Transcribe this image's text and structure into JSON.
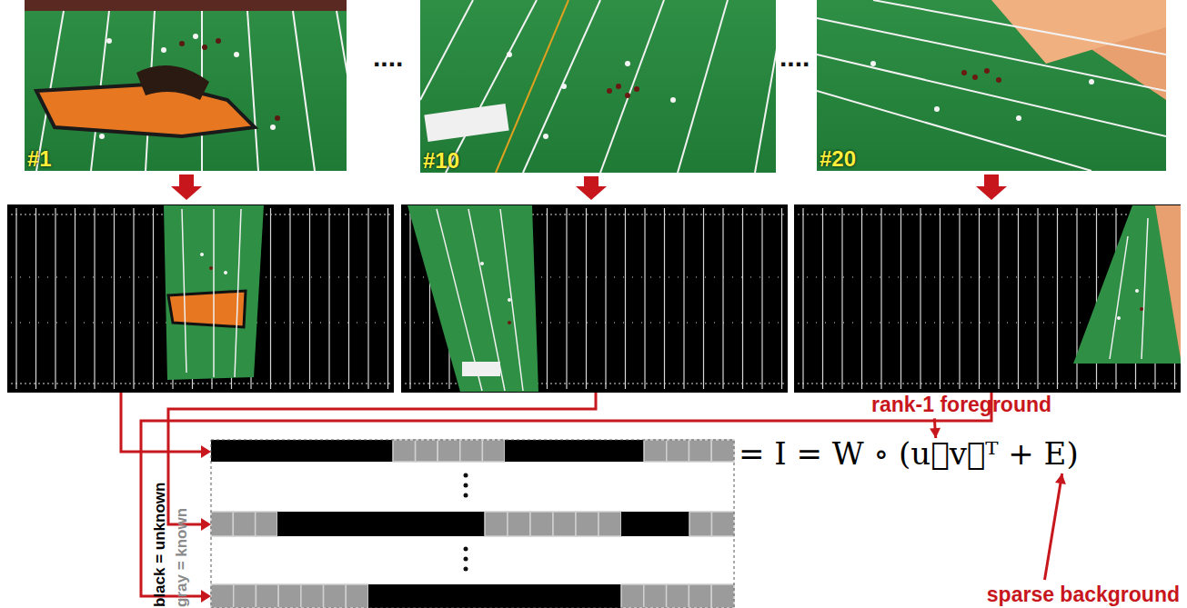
{
  "diagram": {
    "nodes": [
      {
        "text": [
          "#1"
        ]
      },
      {
        "text": [
          "#10"
        ]
      },
      {
        "text": [
          "#20"
        ]
      }
    ],
    "labels": [
      "....",
      "....",
      "black = unknown",
      "gray = known",
      "rank-1 foreground",
      "sparse background",
      "= I = W ∘ (u⃗v⃗ᵀ + E)"
    ]
  }
}
